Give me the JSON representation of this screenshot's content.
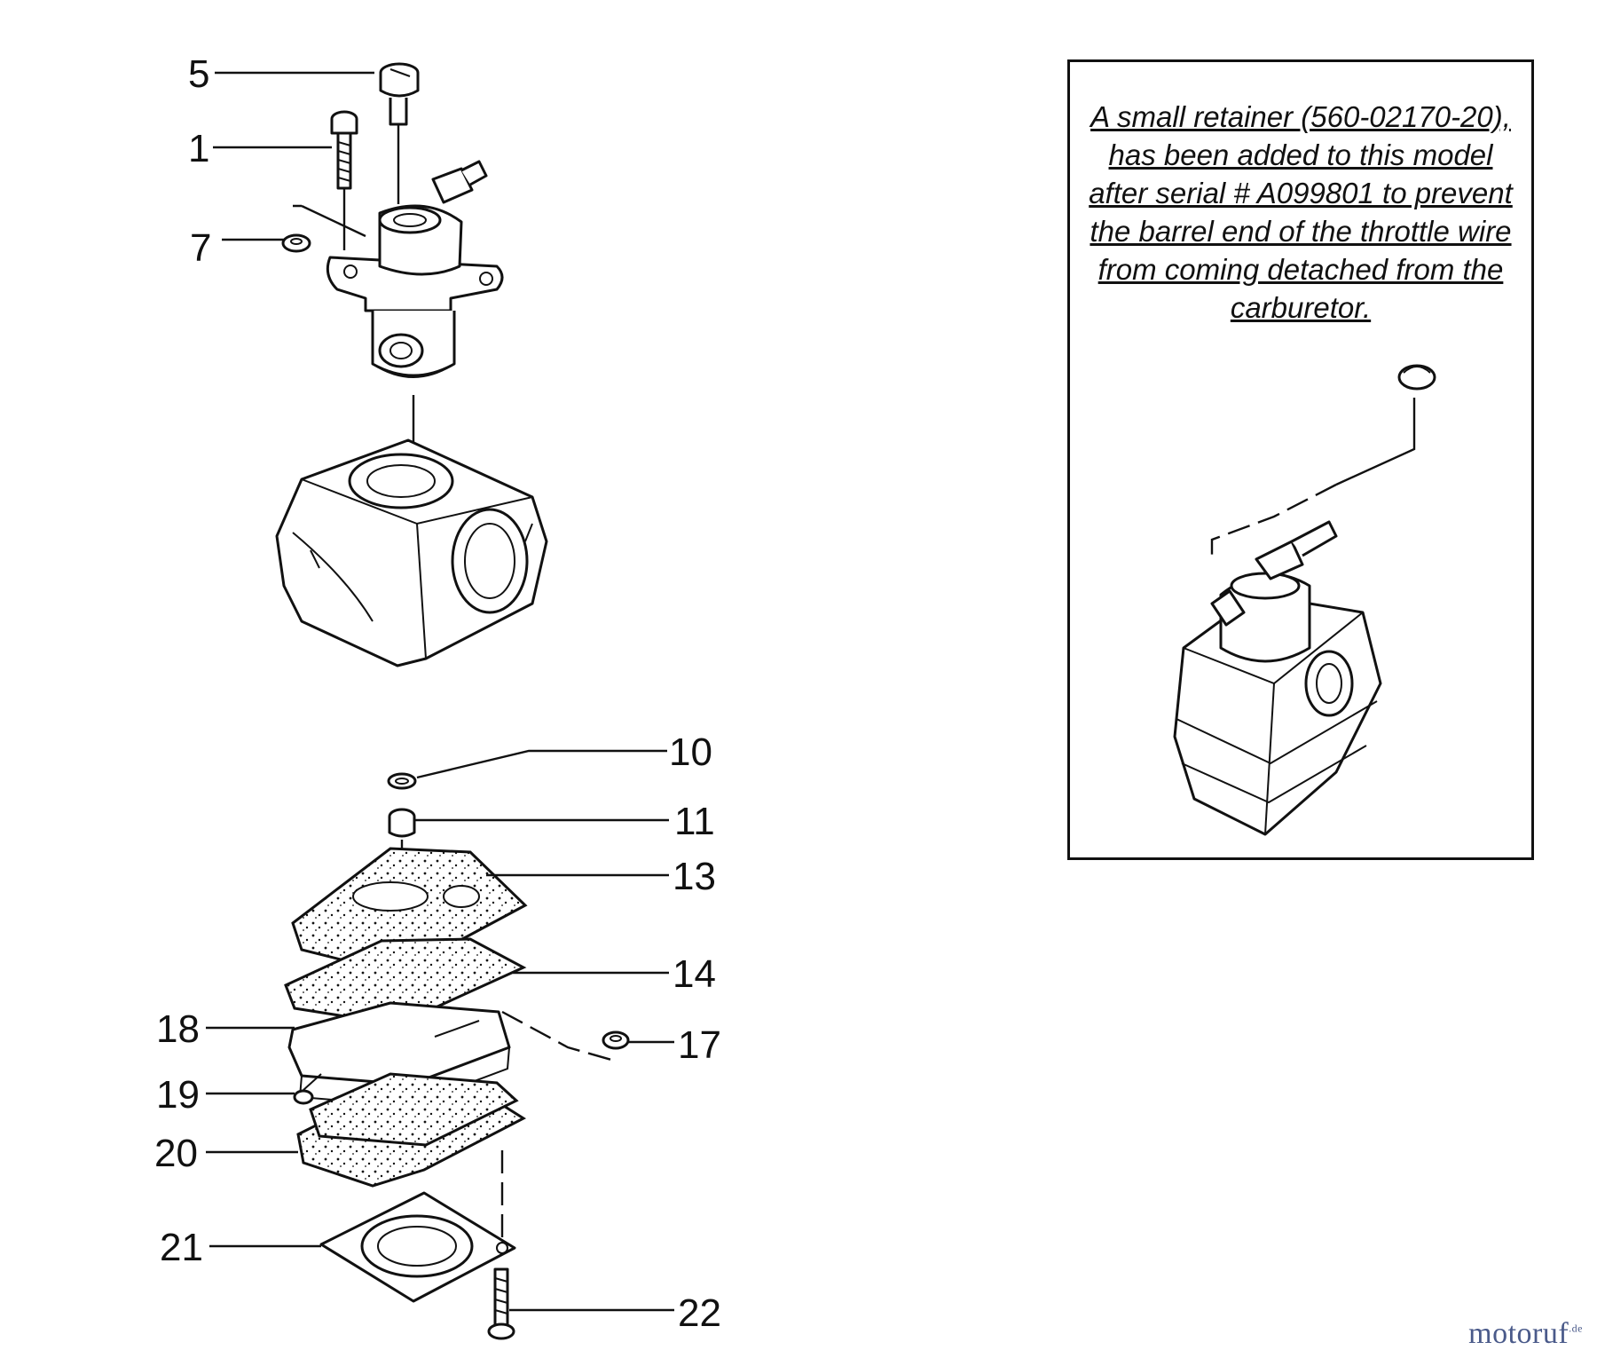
{
  "callouts": {
    "c5": "5",
    "c1": "1",
    "c7": "7",
    "c10": "10",
    "c11": "11",
    "c13": "13",
    "c14": "14",
    "c17": "17",
    "c18": "18",
    "c19": "19",
    "c20": "20",
    "c21": "21",
    "c22": "22"
  },
  "note": {
    "text": "A small retainer (560-02170-20), has been added to this model after serial # A099801 to prevent the barrel end of the throttle wire from coming detached from the carburetor."
  },
  "watermark": {
    "name": "motoruf",
    "suffix": ".de",
    "color": "#4a5a8a"
  }
}
